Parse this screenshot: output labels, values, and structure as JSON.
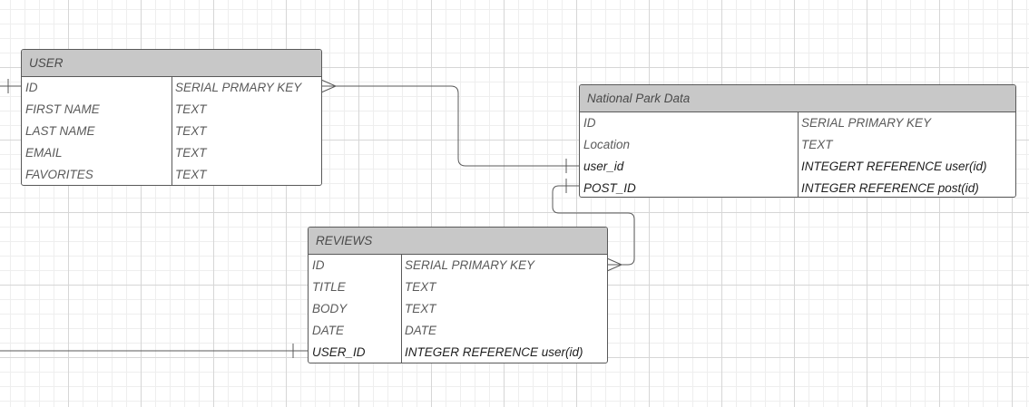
{
  "entities": {
    "user": {
      "title": "USER",
      "attributes": [
        {
          "name": "ID",
          "type": "SERIAL PRMARY KEY"
        },
        {
          "name": "FIRST NAME",
          "type": "TEXT"
        },
        {
          "name": "LAST NAME",
          "type": "TEXT"
        },
        {
          "name": "EMAIL",
          "type": "TEXT"
        },
        {
          "name": "FAVORITES",
          "type": "TEXT"
        }
      ]
    },
    "national_park_data": {
      "title": "National Park Data",
      "attributes": [
        {
          "name": "ID",
          "type": "SERIAL PRIMARY KEY"
        },
        {
          "name": "Location",
          "type": "TEXT"
        },
        {
          "name": "user_id",
          "type": "INTEGERT REFERENCE user(id)"
        },
        {
          "name": "POST_ID",
          "type": "INTEGER REFERENCE post(id)"
        }
      ]
    },
    "reviews": {
      "title": "REVIEWS",
      "attributes": [
        {
          "name": "ID",
          "type": "SERIAL PRIMARY KEY"
        },
        {
          "name": "TITLE",
          "type": "TEXT"
        },
        {
          "name": "BODY",
          "type": "TEXT"
        },
        {
          "name": "DATE",
          "type": "DATE"
        },
        {
          "name": "USER_ID",
          "type": "INTEGER REFERENCE user(id)"
        }
      ]
    }
  },
  "colors": {
    "header_fill": "#c8c8c8",
    "border": "#595959",
    "connector": "#595959",
    "grid_major": "#d6d6d6",
    "grid_minor": "#eeeeee"
  }
}
